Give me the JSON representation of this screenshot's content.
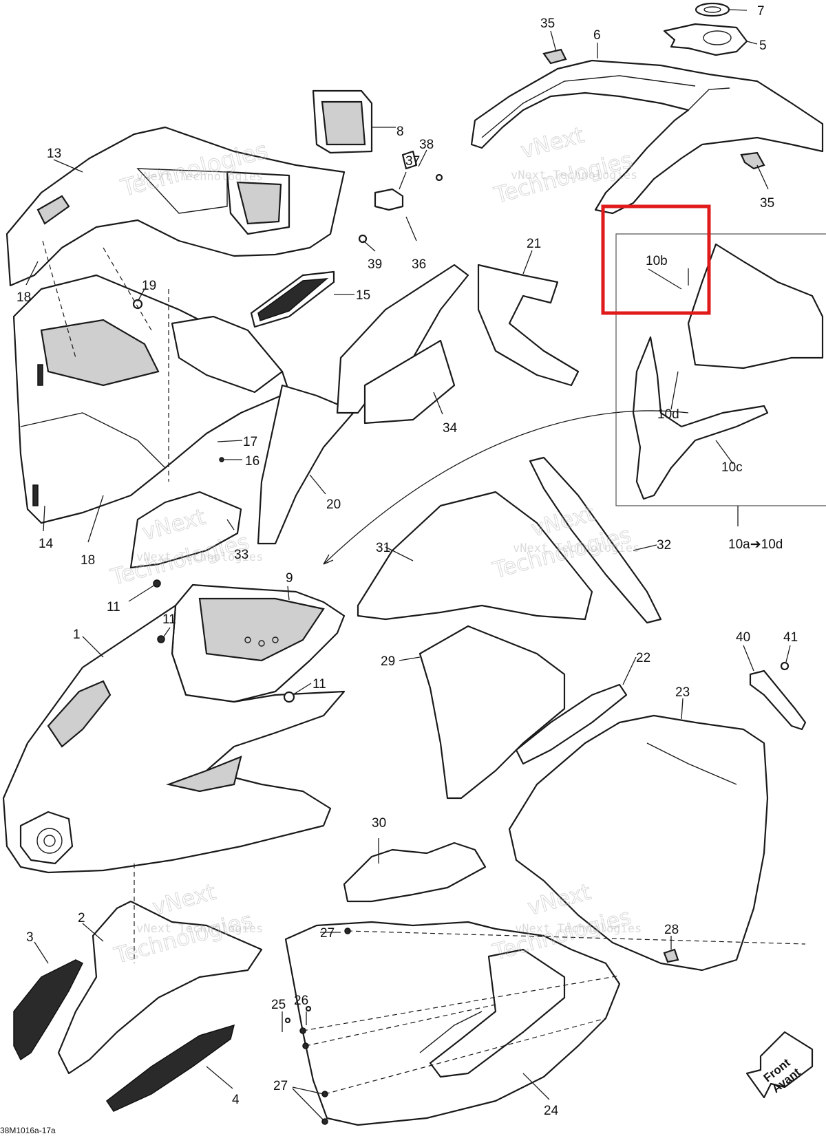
{
  "diagram": {
    "part_numbers": {
      "p1": "1",
      "p2": "2",
      "p3": "3",
      "p4": "4",
      "p5": "5",
      "p6": "6",
      "p7": "7",
      "p8": "8",
      "p9": "9",
      "p10a_10d": "10a➔10d",
      "p10b": "10b",
      "p10c": "10c",
      "p10d": "10d",
      "p11": "11",
      "p13": "13",
      "p14": "14",
      "p15": "15",
      "p16": "16",
      "p17": "17",
      "p18": "18",
      "p19": "19",
      "p20": "20",
      "p21": "21",
      "p22": "22",
      "p23": "23",
      "p24": "24",
      "p25": "25",
      "p26": "26",
      "p27": "27",
      "p28": "28",
      "p29": "29",
      "p30": "30",
      "p31": "31",
      "p32": "32",
      "p33": "33",
      "p34": "34",
      "p35": "35",
      "p36": "36",
      "p37": "37",
      "p38": "38",
      "p39": "39",
      "p40": "40",
      "p41": "41"
    },
    "direction_badge": {
      "line1": "Front",
      "line2": "Avant"
    },
    "drawing_code": "38M1016a-17a",
    "watermark": {
      "small": "vNext Technologies",
      "large_line1": "vNext",
      "large_line2": "Technologies"
    },
    "highlight_color": "#e01b1b"
  }
}
